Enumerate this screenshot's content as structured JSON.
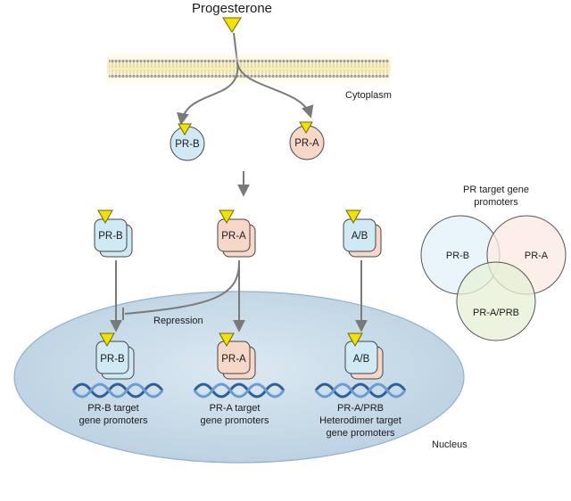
{
  "title": "Progesterone",
  "labels": {
    "cytoplasm": "Cytoplasm",
    "nucleus": "Nucleus",
    "repression": "Repression"
  },
  "receptors": {
    "pr_b": "PR-B",
    "pr_a": "PR-A",
    "ab": "A/B"
  },
  "promoters": {
    "prb_line1": "PR-B target",
    "prb_line2": "gene promoters",
    "pra_line1": "PR-A target",
    "pra_line2": "gene promoters",
    "het_line1": "PR-A/PRB",
    "het_line2": "Heterodimer target",
    "het_line3": "gene promoters"
  },
  "venn": {
    "title_line1": "PR target gene",
    "title_line2": "promoters",
    "set_b": "PR-B",
    "set_a": "PR-A",
    "set_ab": "PR-A/PRB"
  },
  "colors": {
    "pr_b": "#cfe9f5",
    "pr_a": "#f7d7c8",
    "ligand": "#f3e200",
    "nucleus": "#c4d8e6",
    "venn_b": "#e3f1fa",
    "venn_a": "#fbeae3",
    "venn_ab": "#e5f0d6"
  }
}
